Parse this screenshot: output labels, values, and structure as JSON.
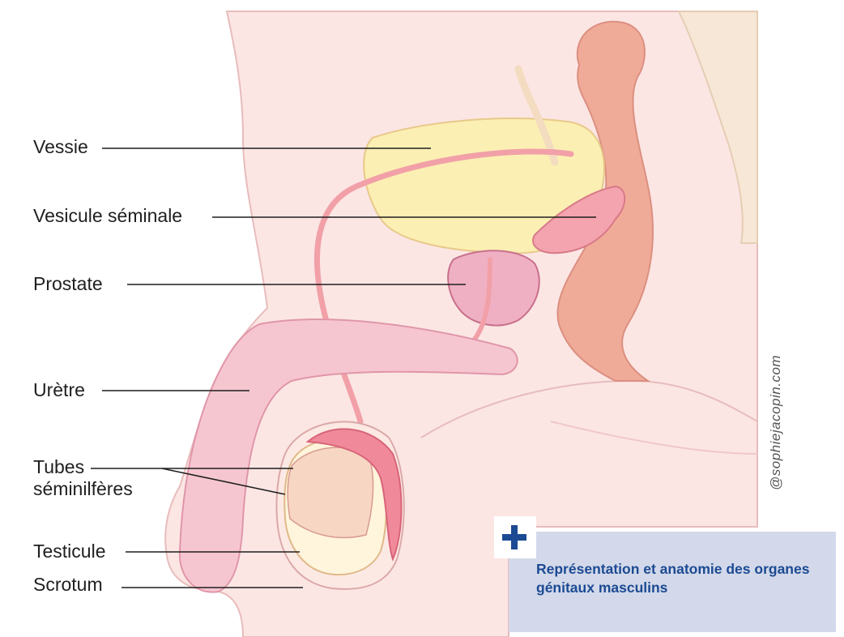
{
  "diagram": {
    "labels": {
      "vessie": "Vessie",
      "vesicule": "Vesicule séminale",
      "prostate": "Prostate",
      "uretre": "Urètre",
      "tubes_line1": "Tubes",
      "tubes_line2": "séminilfères",
      "testicule": "Testicule",
      "scrotum": "Scrotum"
    },
    "credit": "@sophiejacopin.com"
  },
  "info_box": {
    "title": "Représentation et anatomie des organes génitaux masculins",
    "icon": "plus-icon"
  },
  "colors": {
    "skin": "#fbe6e4",
    "bladder": "#fbefb3",
    "duct": "#f2a0a8",
    "rectum": "#efab98",
    "prostate": "#f0b0c4",
    "box": "#d3d9ea",
    "accent": "#1c4a93"
  }
}
